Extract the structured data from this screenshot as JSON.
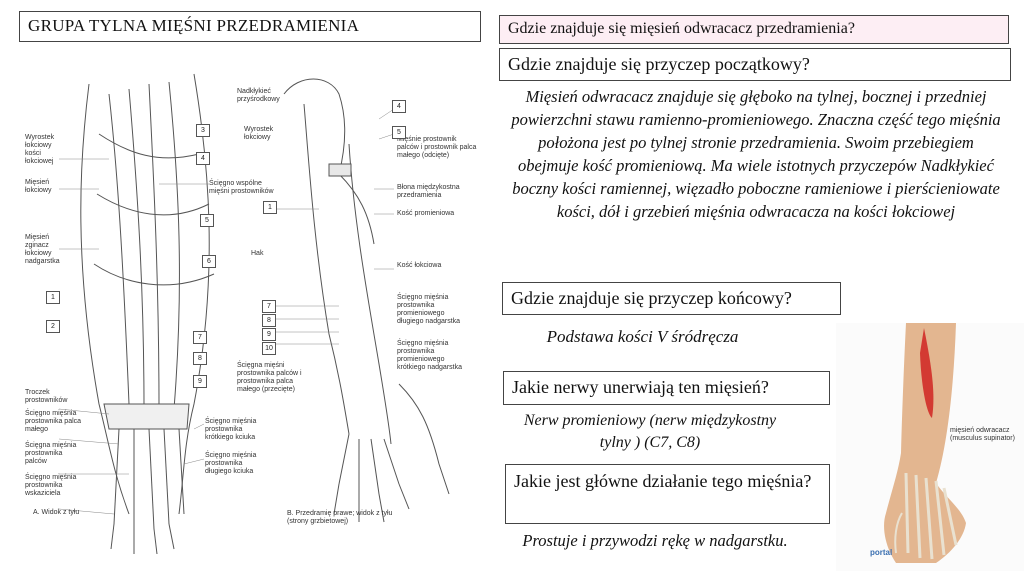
{
  "slide": {
    "title": "GRUPA TYLNA MIĘŚNI PRZEDRAMIENIA",
    "q1": "Gdzie znajduje się mięsień odwracacz przedramienia?",
    "q2": "Gdzie znajduje się przyczep początkowy?",
    "a2": "Mięsień odwracacz znajduje się głęboko na tylnej, bocznej i przedniej powierzchni stawu ramienno-promieniowego. Znaczna część tego mięśnia położona jest po tylnej stronie przedramienia. Swoim przebiegiem obejmuje kość promieniową. Ma wiele istotnych przyczepów Nadkłykieć boczny kości ramiennej, więzadło poboczne ramieniowe i pierścieniowate kości, dół i grzebień mięśnia odwracacza na kości łokciowej",
    "q3": "Gdzie znajduje się przyczep końcowy?",
    "a3": "Podstawa kości V śródręcza",
    "q4": "Jakie nerwy unerwiają ten mięsień?",
    "a4": "Nerw promieniowy (nerw międzykostny tylny ) (C7, C8)",
    "q5": "Jakie jest główne działanie tego mięśnia?",
    "a5": "Prostuje i przywodzi rękę w nadgarstku."
  },
  "figure_a": {
    "caption": "A. Widok z tyłu",
    "labels": {
      "l1": "Wyrostek łokciowy kości łokciowej",
      "l2": "Mięsień łokciowy",
      "l3": "Mięsień zginacz łokciowy nadgarstka",
      "l4": "Troczek prostowników",
      "l5": "Ścięgno mięśnia prostownika palca małego",
      "l6": "Ścięgna mięśnia prostownika palców",
      "l7": "Ścięgno mięśnia prostownika wskaziciela",
      "r1": "Ścięgno wspólne mięśni prostowników",
      "r2": "Ścięgno mięśnia prostownika krótkiego kciuka",
      "r3": "Ścięgno mięśnia prostownika długiego kciuka"
    },
    "numbers": [
      "3",
      "4",
      "5",
      "6",
      "1",
      "2",
      "7",
      "8",
      "9"
    ]
  },
  "figure_b": {
    "caption": "B. Przedramię prawe; widok z tyłu (strony grzbietowej)",
    "labels": {
      "l1": "Nadkłykieć przyśrodkowy",
      "l2": "Wyrostek łokciowy",
      "l3": "Hak",
      "l4": "Ścięgna mięśni prostownika palców i prostownika palca małego (przecięte)",
      "r1": "Mięśnie prostownik palców i prostownik palca małego (odcięte)",
      "r2": "Błona międzykostna przedramienia",
      "r3": "Kość promieniowa",
      "r4": "Kość łokciowa",
      "r5": "Ścięgno mięśnia prostownika promieniowego długiego nadgarstka",
      "r6": "Ścięgno mięśnia prostownika promieniowego krótkiego nadgarstka"
    },
    "numbers": [
      "4",
      "5",
      "1",
      "7",
      "8",
      "9",
      "10"
    ]
  },
  "photo": {
    "label": "mięsień odwracacz (musculus supinator)",
    "logo": "portal"
  }
}
